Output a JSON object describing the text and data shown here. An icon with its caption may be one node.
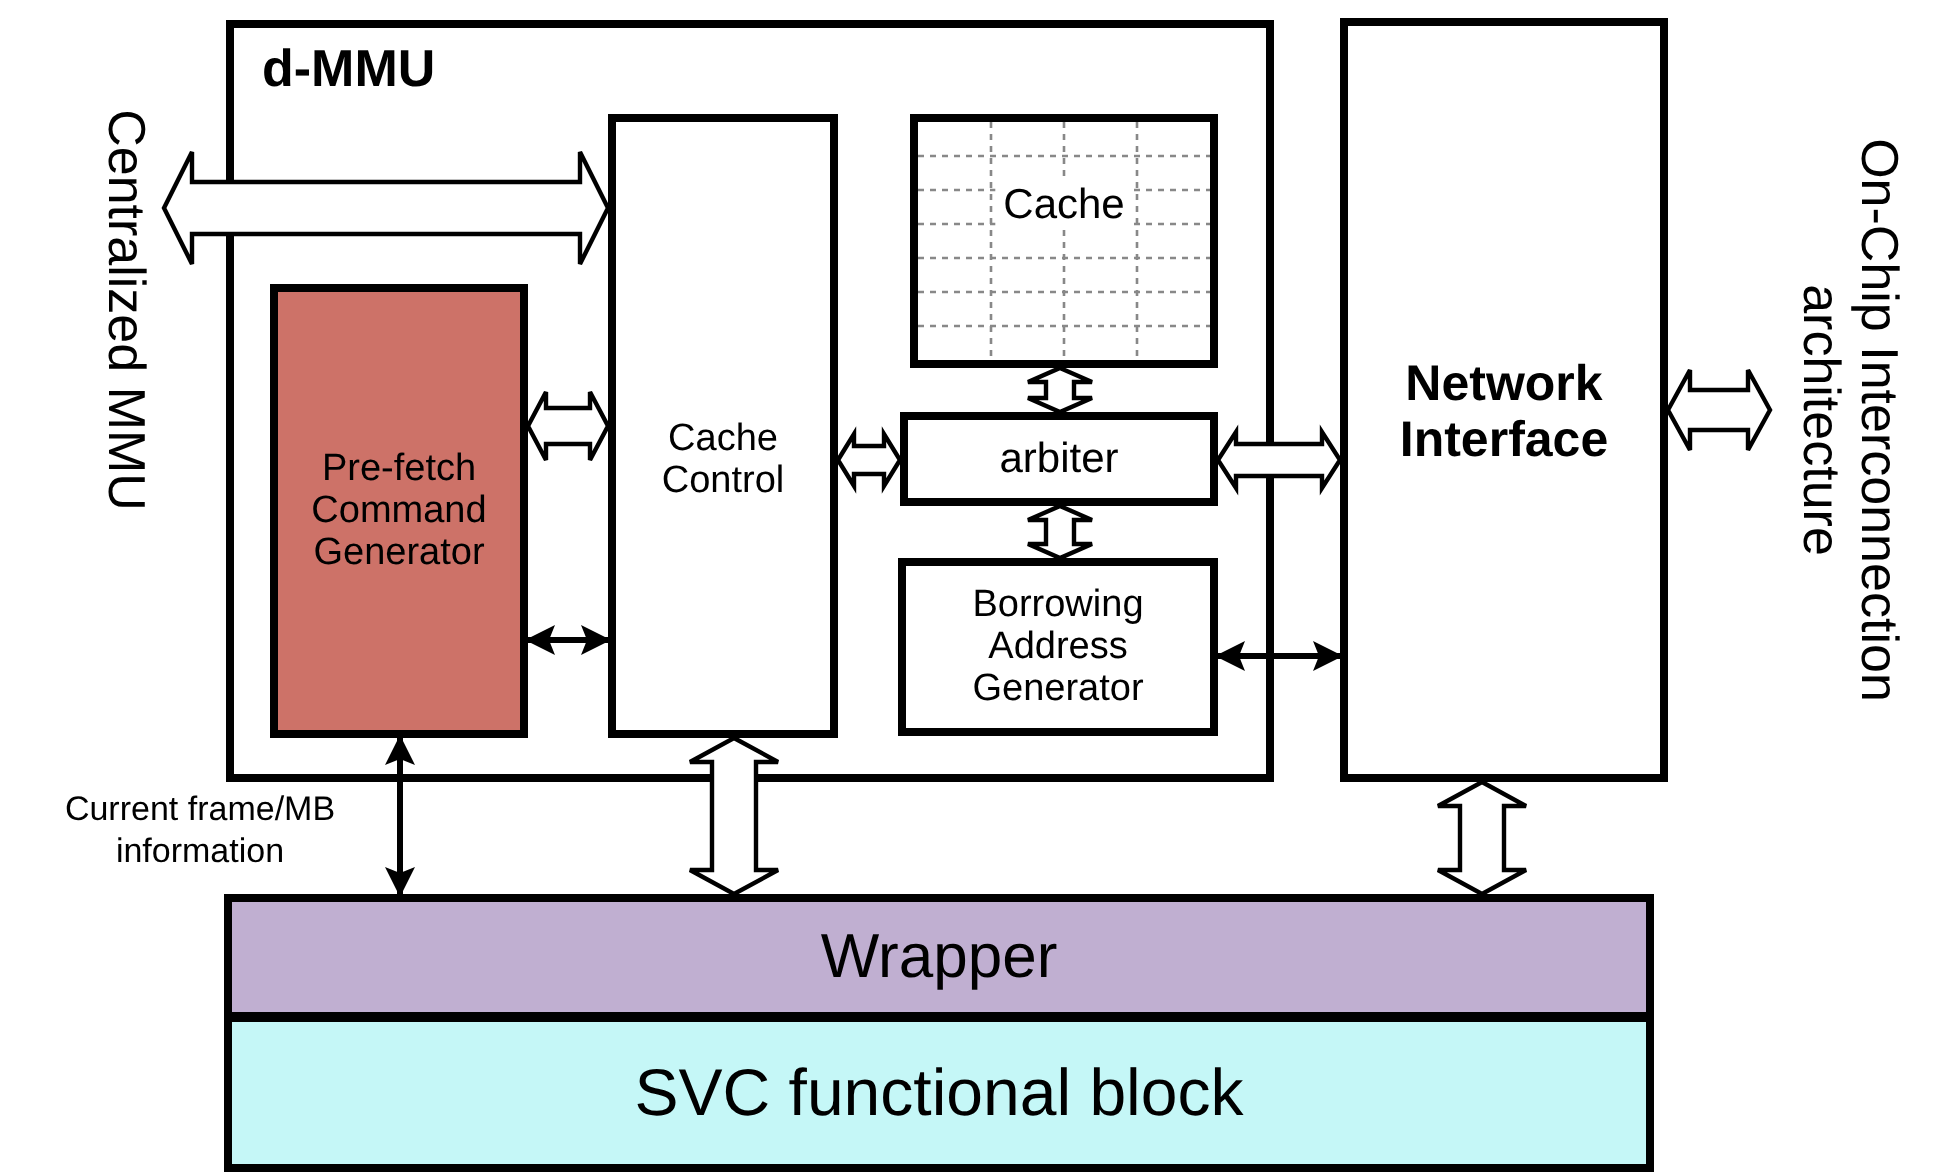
{
  "diagram": {
    "nodes": [
      {
        "text": [
          "d-MMU"
        ]
      },
      {
        "text": [
          "Centralized MMU"
        ]
      },
      {
        "text": [
          "Pre-fetch Command Generator"
        ],
        "in": 0
      },
      {
        "text": [
          "Cache Control"
        ],
        "in": 0
      },
      {
        "text": [
          "Cache"
        ],
        "in": 0
      },
      {
        "text": [
          "arbiter"
        ],
        "in": 0
      },
      {
        "text": [
          "Borrowing Address Generator"
        ],
        "in": 0
      },
      {
        "text": [
          "Network Interface"
        ]
      },
      {
        "text": [
          "On-Chip Interconnection architecture"
        ]
      },
      {
        "text": [
          "Wrapper"
        ]
      },
      {
        "text": [
          "SVC functional block"
        ]
      }
    ],
    "edges": [
      {
        "from": 1,
        "to": 3,
        "arrow": "both",
        "style": "thick"
      },
      {
        "from": 2,
        "to": 3,
        "arrow": "both",
        "style": "thick"
      },
      {
        "from": 2,
        "to": 3,
        "arrow": "both"
      },
      {
        "from": 3,
        "to": 5,
        "arrow": "both",
        "style": "thick"
      },
      {
        "from": 4,
        "to": 5,
        "arrow": "both",
        "style": "thick"
      },
      {
        "from": 5,
        "to": 6,
        "arrow": "both",
        "style": "thick"
      },
      {
        "from": 5,
        "to": 7,
        "arrow": "both",
        "style": "thick"
      },
      {
        "from": 6,
        "to": 7,
        "arrow": "both"
      },
      {
        "from": 7,
        "to": 8,
        "arrow": "both",
        "style": "thick"
      },
      {
        "from": 2,
        "to": 9,
        "arrow": "both",
        "label": "Current frame/MB information"
      },
      {
        "from": 3,
        "to": 9,
        "arrow": "both",
        "style": "thick"
      },
      {
        "from": 7,
        "to": 9,
        "arrow": "both",
        "style": "thick"
      }
    ]
  }
}
